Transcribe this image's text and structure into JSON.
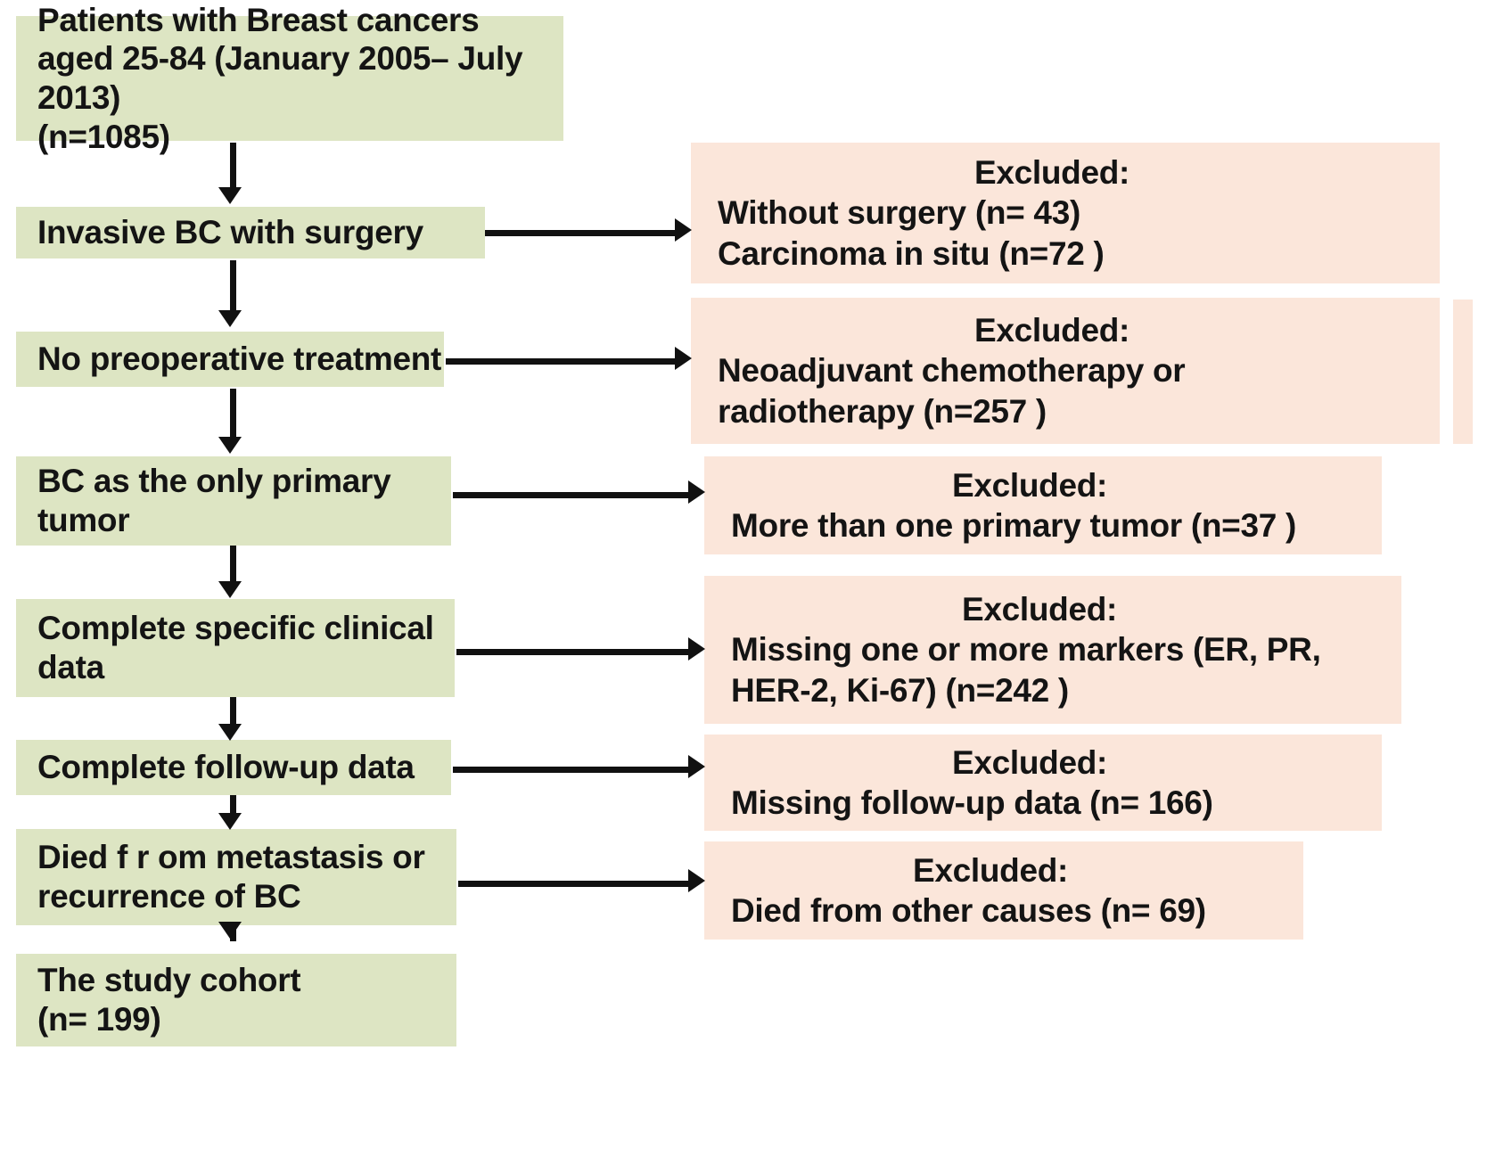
{
  "figure": {
    "type": "flowchart",
    "title": "Patient selection flow diagram",
    "colors": {
      "include_box": "#dde5c3",
      "exclude_box": "#fbe6da",
      "arrow": "#111111",
      "text": "#141414",
      "background": "#ffffff"
    }
  },
  "included_steps": [
    {
      "id": "step-1",
      "text": "Patients with Breast cancers aged 25-84 (January 2005– July 2013)\n(n=1085)",
      "n": 1085
    },
    {
      "id": "step-2",
      "text": "Invasive BC with surgery",
      "n": null
    },
    {
      "id": "step-3",
      "text": "No preoperative treatment",
      "n": null
    },
    {
      "id": "step-4",
      "text": "BC as the only primary\ntumor",
      "n": null
    },
    {
      "id": "step-5",
      "text": "Complete specific clinical\ndata",
      "n": null
    },
    {
      "id": "step-6",
      "text": "Complete follow-up data",
      "n": null
    },
    {
      "id": "step-7",
      "text": "Died f r om metastasis or\nrecurrence of BC",
      "n": null
    },
    {
      "id": "step-8",
      "text": "The study cohort\n   (n= 199)",
      "n": 199
    }
  ],
  "excluded_steps": [
    {
      "id": "exclusion-1",
      "title": "Excluded:",
      "body": "Without surgery (n= 43)\nCarcinoma in situ (n=72 )",
      "counts": [
        43,
        72
      ]
    },
    {
      "id": "exclusion-2",
      "title": "Excluded:",
      "body": "Neoadjuvant chemotherapy or\nradiotherapy (n=257 )",
      "counts": [
        257
      ]
    },
    {
      "id": "exclusion-3",
      "title": "Excluded:",
      "body": "More than one primary tumor  (n=37 )",
      "counts": [
        37
      ]
    },
    {
      "id": "exclusion-4",
      "title": "Excluded:",
      "body": "Missing one or more  markers (ER, PR,\nHER-2, Ki-67) (n=242 )",
      "counts": [
        242
      ]
    },
    {
      "id": "exclusion-5",
      "title": "Excluded:",
      "body": "Missing follow-up data (n= 166)",
      "counts": [
        166
      ]
    },
    {
      "id": "exclusion-6",
      "title": "Excluded:",
      "body": "Died from other causes (n= 69)",
      "counts": [
        69
      ]
    }
  ]
}
